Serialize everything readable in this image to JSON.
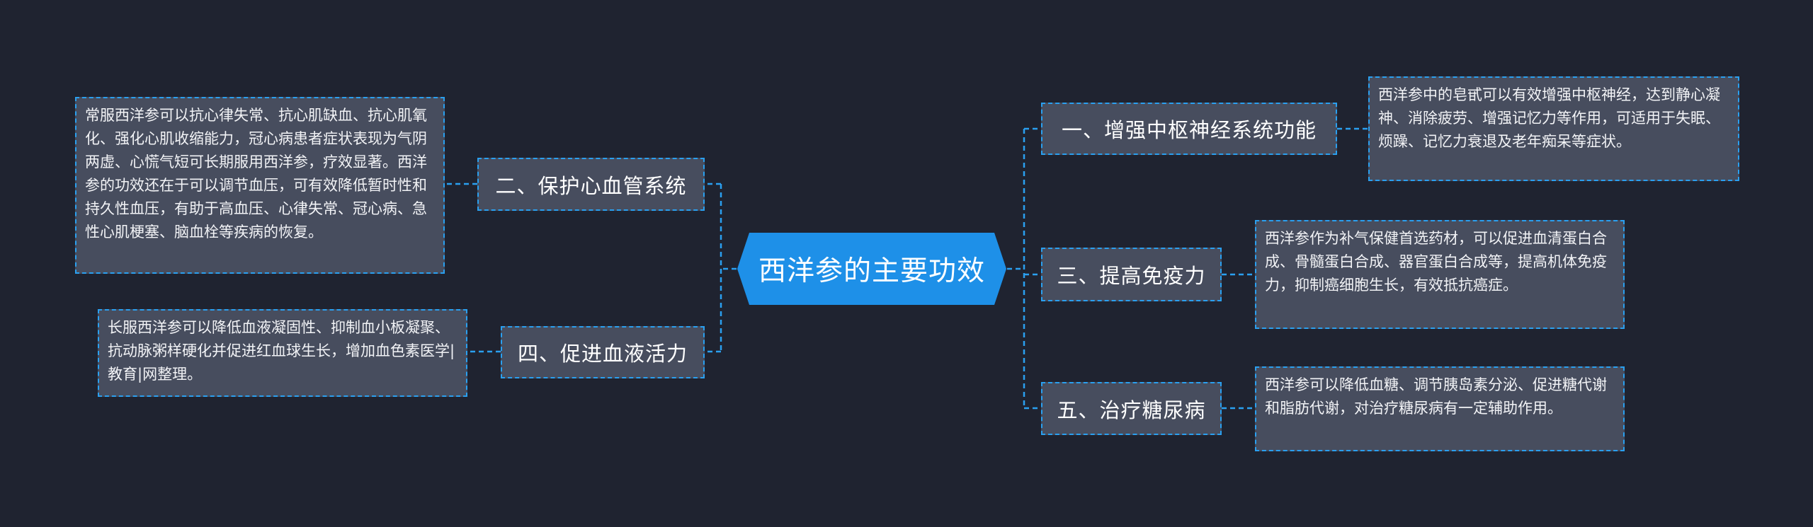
{
  "center": {
    "label": "西洋参的主要功效"
  },
  "branches": [
    {
      "id": "b1",
      "label": "一、增强中枢神经系统功能",
      "detail": "西洋参中的皂甙可以有效增强中枢神经，达到静心凝神、消除疲劳、增强记忆力等作用，可适用于失眠、烦躁、记忆力衰退及老年痴呆等症状。"
    },
    {
      "id": "b2",
      "label": "二、保护心血管系统",
      "detail": "常服西洋参可以抗心律失常、抗心肌缺血、抗心肌氧化、强化心肌收缩能力，冠心病患者症状表现为气阴两虚、心慌气短可长期服用西洋参，疗效显著。西洋参的功效还在于可以调节血压，可有效降低暂时性和持久性血压，有助于高血压、心律失常、冠心病、急性心肌梗塞、脑血栓等疾病的恢复。"
    },
    {
      "id": "b3",
      "label": "三、提高免疫力",
      "detail": "西洋参作为补气保健首选药材，可以促进血清蛋白合成、骨髓蛋白合成、器官蛋白合成等，提高机体免疫力，抑制癌细胞生长，有效抵抗癌症。"
    },
    {
      "id": "b4",
      "label": "四、促进血液活力",
      "detail": "长服西洋参可以降低血液凝固性、抑制血小板凝聚、抗动脉粥样硬化并促进红血球生长，增加血色素医学|教育|网整理。"
    },
    {
      "id": "b5",
      "label": "五、治疗糖尿病",
      "detail": "西洋参可以降低血糖、调节胰岛素分泌、促进糖代谢和脂肪代谢，对治疗糖尿病有一定辅助作用。"
    }
  ],
  "colors": {
    "background": "#1f2330",
    "center_fill": "#1e90e8",
    "node_fill": "#474d5e",
    "connector": "#2aa0f0"
  }
}
